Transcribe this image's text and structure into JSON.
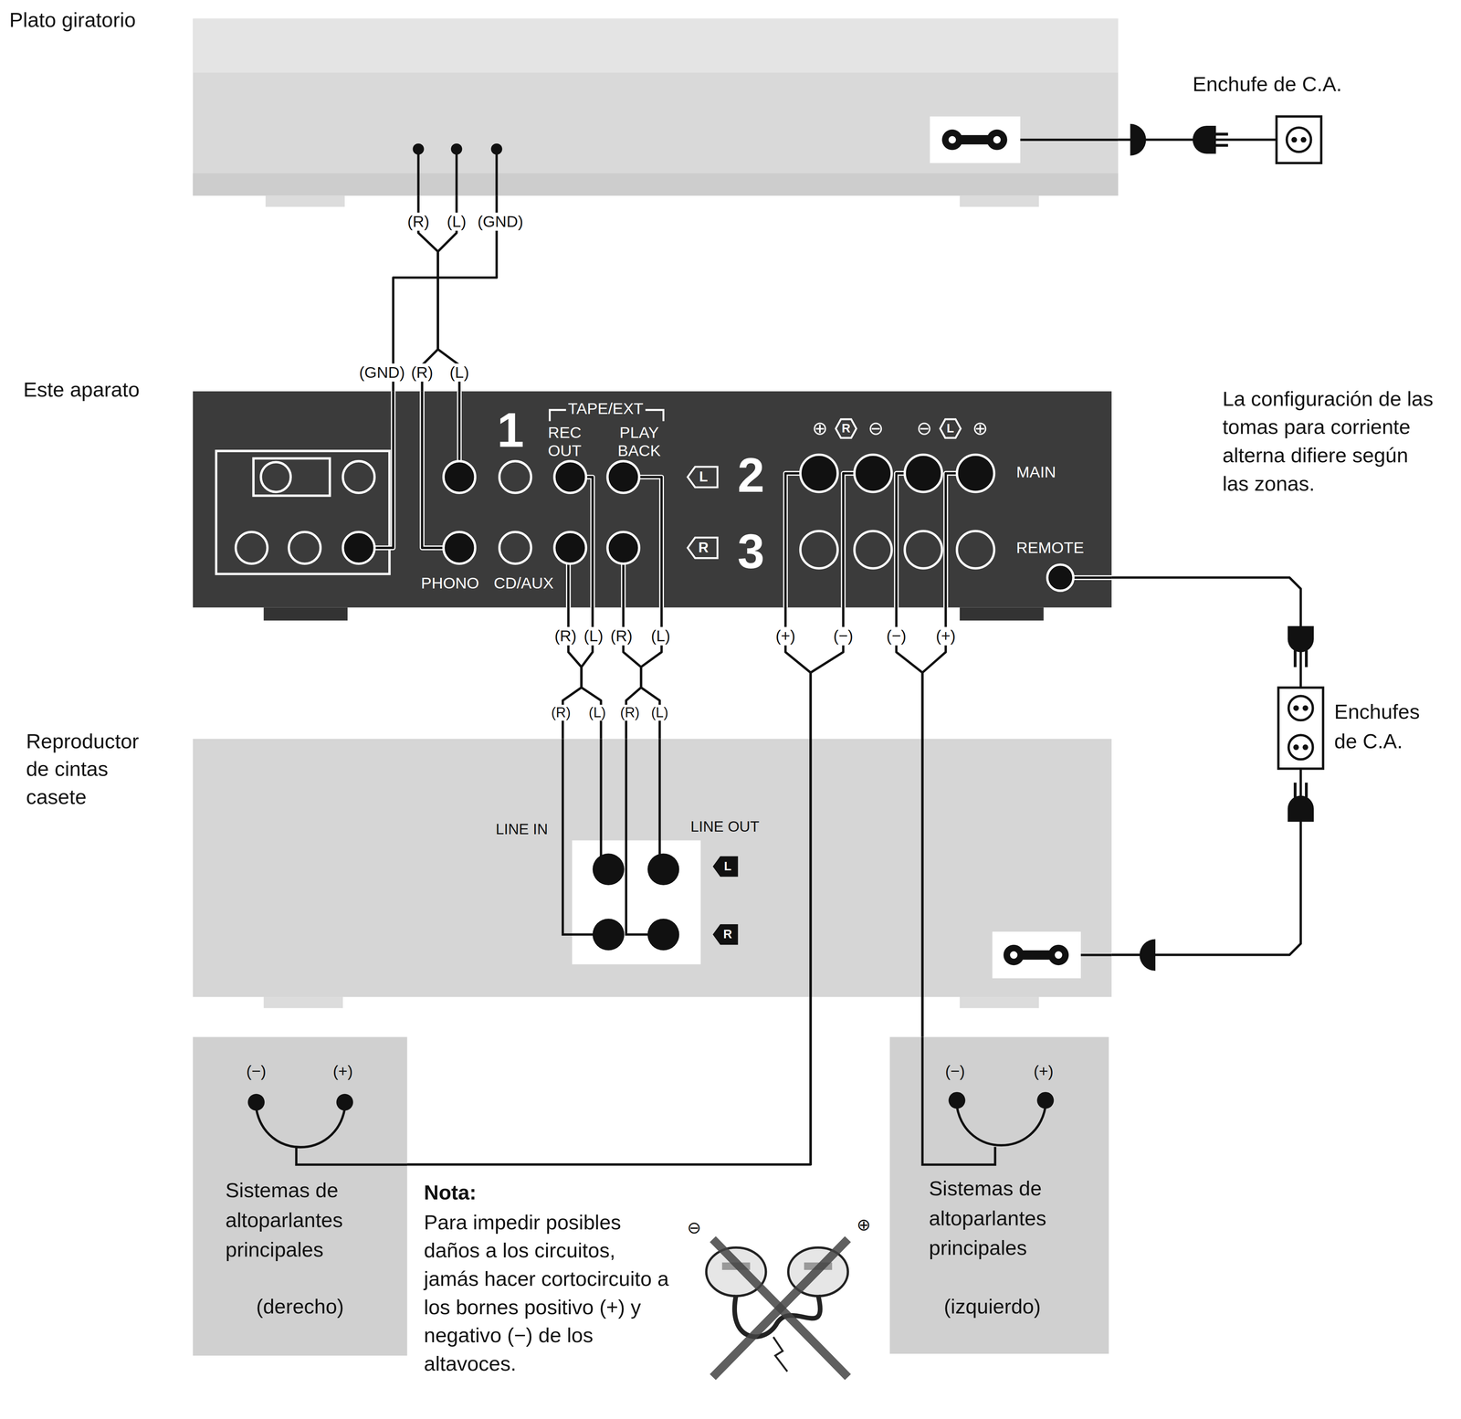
{
  "diagram": {
    "nodes": [
      {
        "text": [
          "Plato giratorio"
        ]
      },
      {
        "text": [
          "Este aparato"
        ]
      },
      {
        "text": [
          "Reproductor de cintas casete"
        ]
      },
      {
        "text": [
          "Sistemas de altoparlantes principales",
          "(derecho)"
        ]
      },
      {
        "text": [
          "Sistemas de altoparlantes principales",
          "(izquierdo)"
        ]
      },
      {
        "text": [
          "Enchufe de C.A."
        ]
      },
      {
        "text": [
          "Enchufes de C.A."
        ]
      }
    ],
    "edges": [
      {
        "from": 0,
        "to": 1,
        "arrow": "none"
      },
      {
        "from": 1,
        "to": 2,
        "arrow": "none"
      },
      {
        "from": 1,
        "to": 3,
        "arrow": "none"
      },
      {
        "from": 1,
        "to": 4,
        "arrow": "none"
      },
      {
        "from": 0,
        "to": 5,
        "arrow": "none"
      },
      {
        "from": 1,
        "to": 6,
        "arrow": "none"
      },
      {
        "from": 6,
        "to": 2,
        "arrow": "none"
      }
    ],
    "labels": [
      "(R)",
      "(L)",
      "(GND)",
      "(GND)",
      "(R)",
      "(L)",
      "1",
      "TAPE/EXT",
      "REC OUT",
      "PLAY BACK",
      "L",
      "2",
      "R",
      "3",
      "⊕",
      "R",
      "⊖",
      "⊖",
      "L",
      "⊕",
      "MAIN",
      "REMOTE",
      "PHONO",
      "CD/AUX",
      "(R)",
      "(L)",
      "(R)",
      "(L)",
      "(+)",
      "(−)",
      "(−)",
      "(+)",
      "(R)",
      "(L)",
      "(R)",
      "(L)",
      "LINE IN",
      "LINE OUT",
      "L",
      "R",
      "(−)",
      "(+)",
      "(−)",
      "(+)",
      "La configuración de las tomas para corriente alterna difiere según las zonas.",
      "Nota:",
      "Para impedir posibles daños a los circuitos, jamás hacer cortocircuito a los bornes positivo (+) y negativo (−) de los altavoces.",
      "⊖",
      "⊕"
    ]
  }
}
